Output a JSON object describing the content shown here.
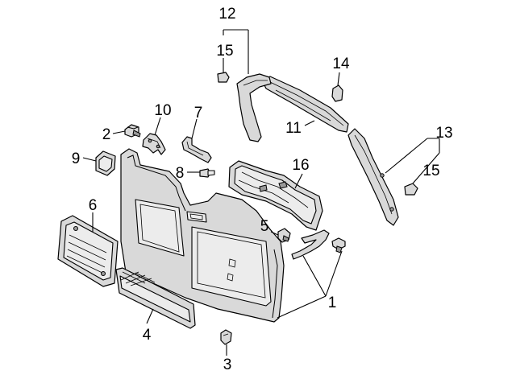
{
  "callouts": {
    "c1": "1",
    "c2": "2",
    "c3": "3",
    "c4": "4",
    "c5": "5",
    "c6": "6",
    "c7": "7",
    "c8": "8",
    "c9": "9",
    "c10": "10",
    "c11": "11",
    "c12": "12",
    "c13": "13",
    "c14": "14",
    "c15_top": "15",
    "c15_right": "15",
    "c16": "16"
  }
}
